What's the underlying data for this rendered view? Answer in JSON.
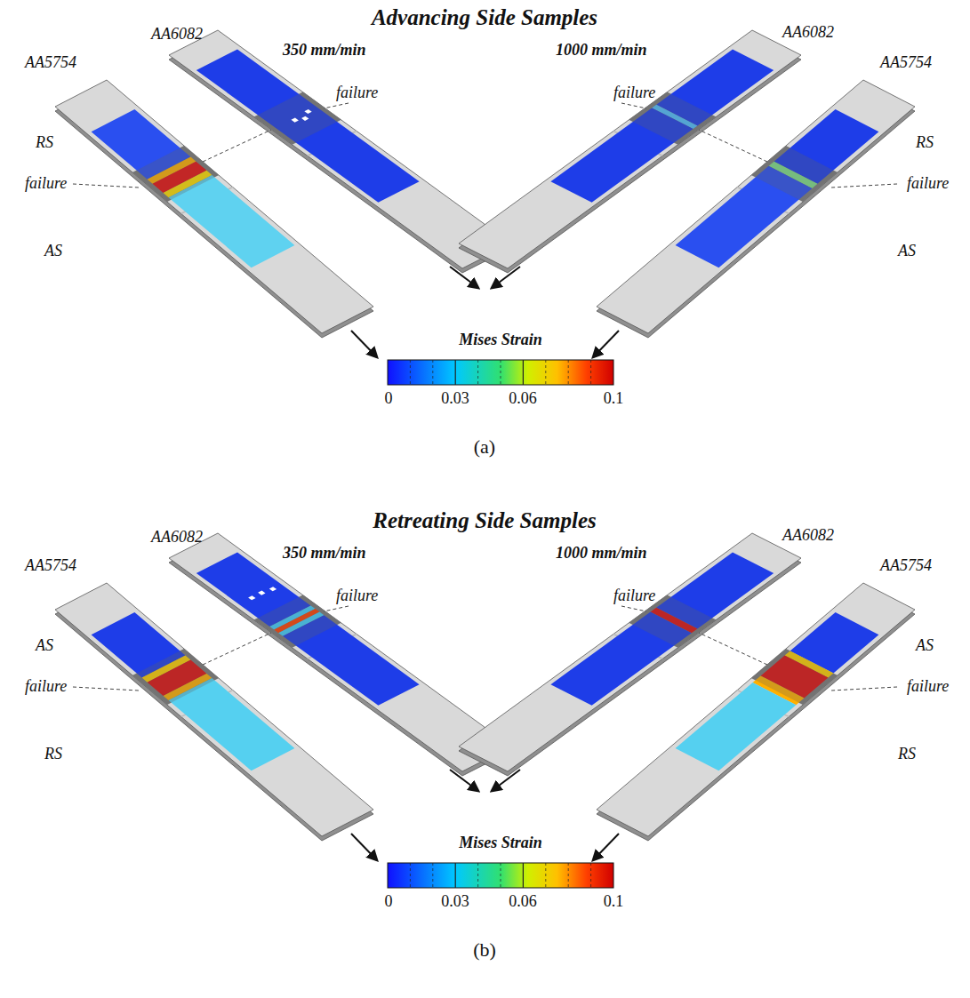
{
  "diagram": {
    "labels": [
      "Advancing Side Samples",
      "AA5754",
      "AA6082",
      "350 mm/min",
      "1000 mm/min",
      "AA6082",
      "AA5754",
      "failure",
      "RS",
      "failure",
      "AS",
      "failure",
      "RS",
      "failure",
      "AS",
      "Mises Strain",
      "0",
      "0.03",
      "0.06",
      "0.1",
      "(a)",
      "Retreating Side Samples",
      "AA5754",
      "AA6082",
      "350 mm/min",
      "1000 mm/min",
      "AA6082",
      "AA5754",
      "failure",
      "AS",
      "failure",
      "RS",
      "failure",
      "AS",
      "failure",
      "RS",
      "Mises Strain",
      "0",
      "0.03",
      "0.06",
      "0.1",
      "(b)"
    ]
  }
}
